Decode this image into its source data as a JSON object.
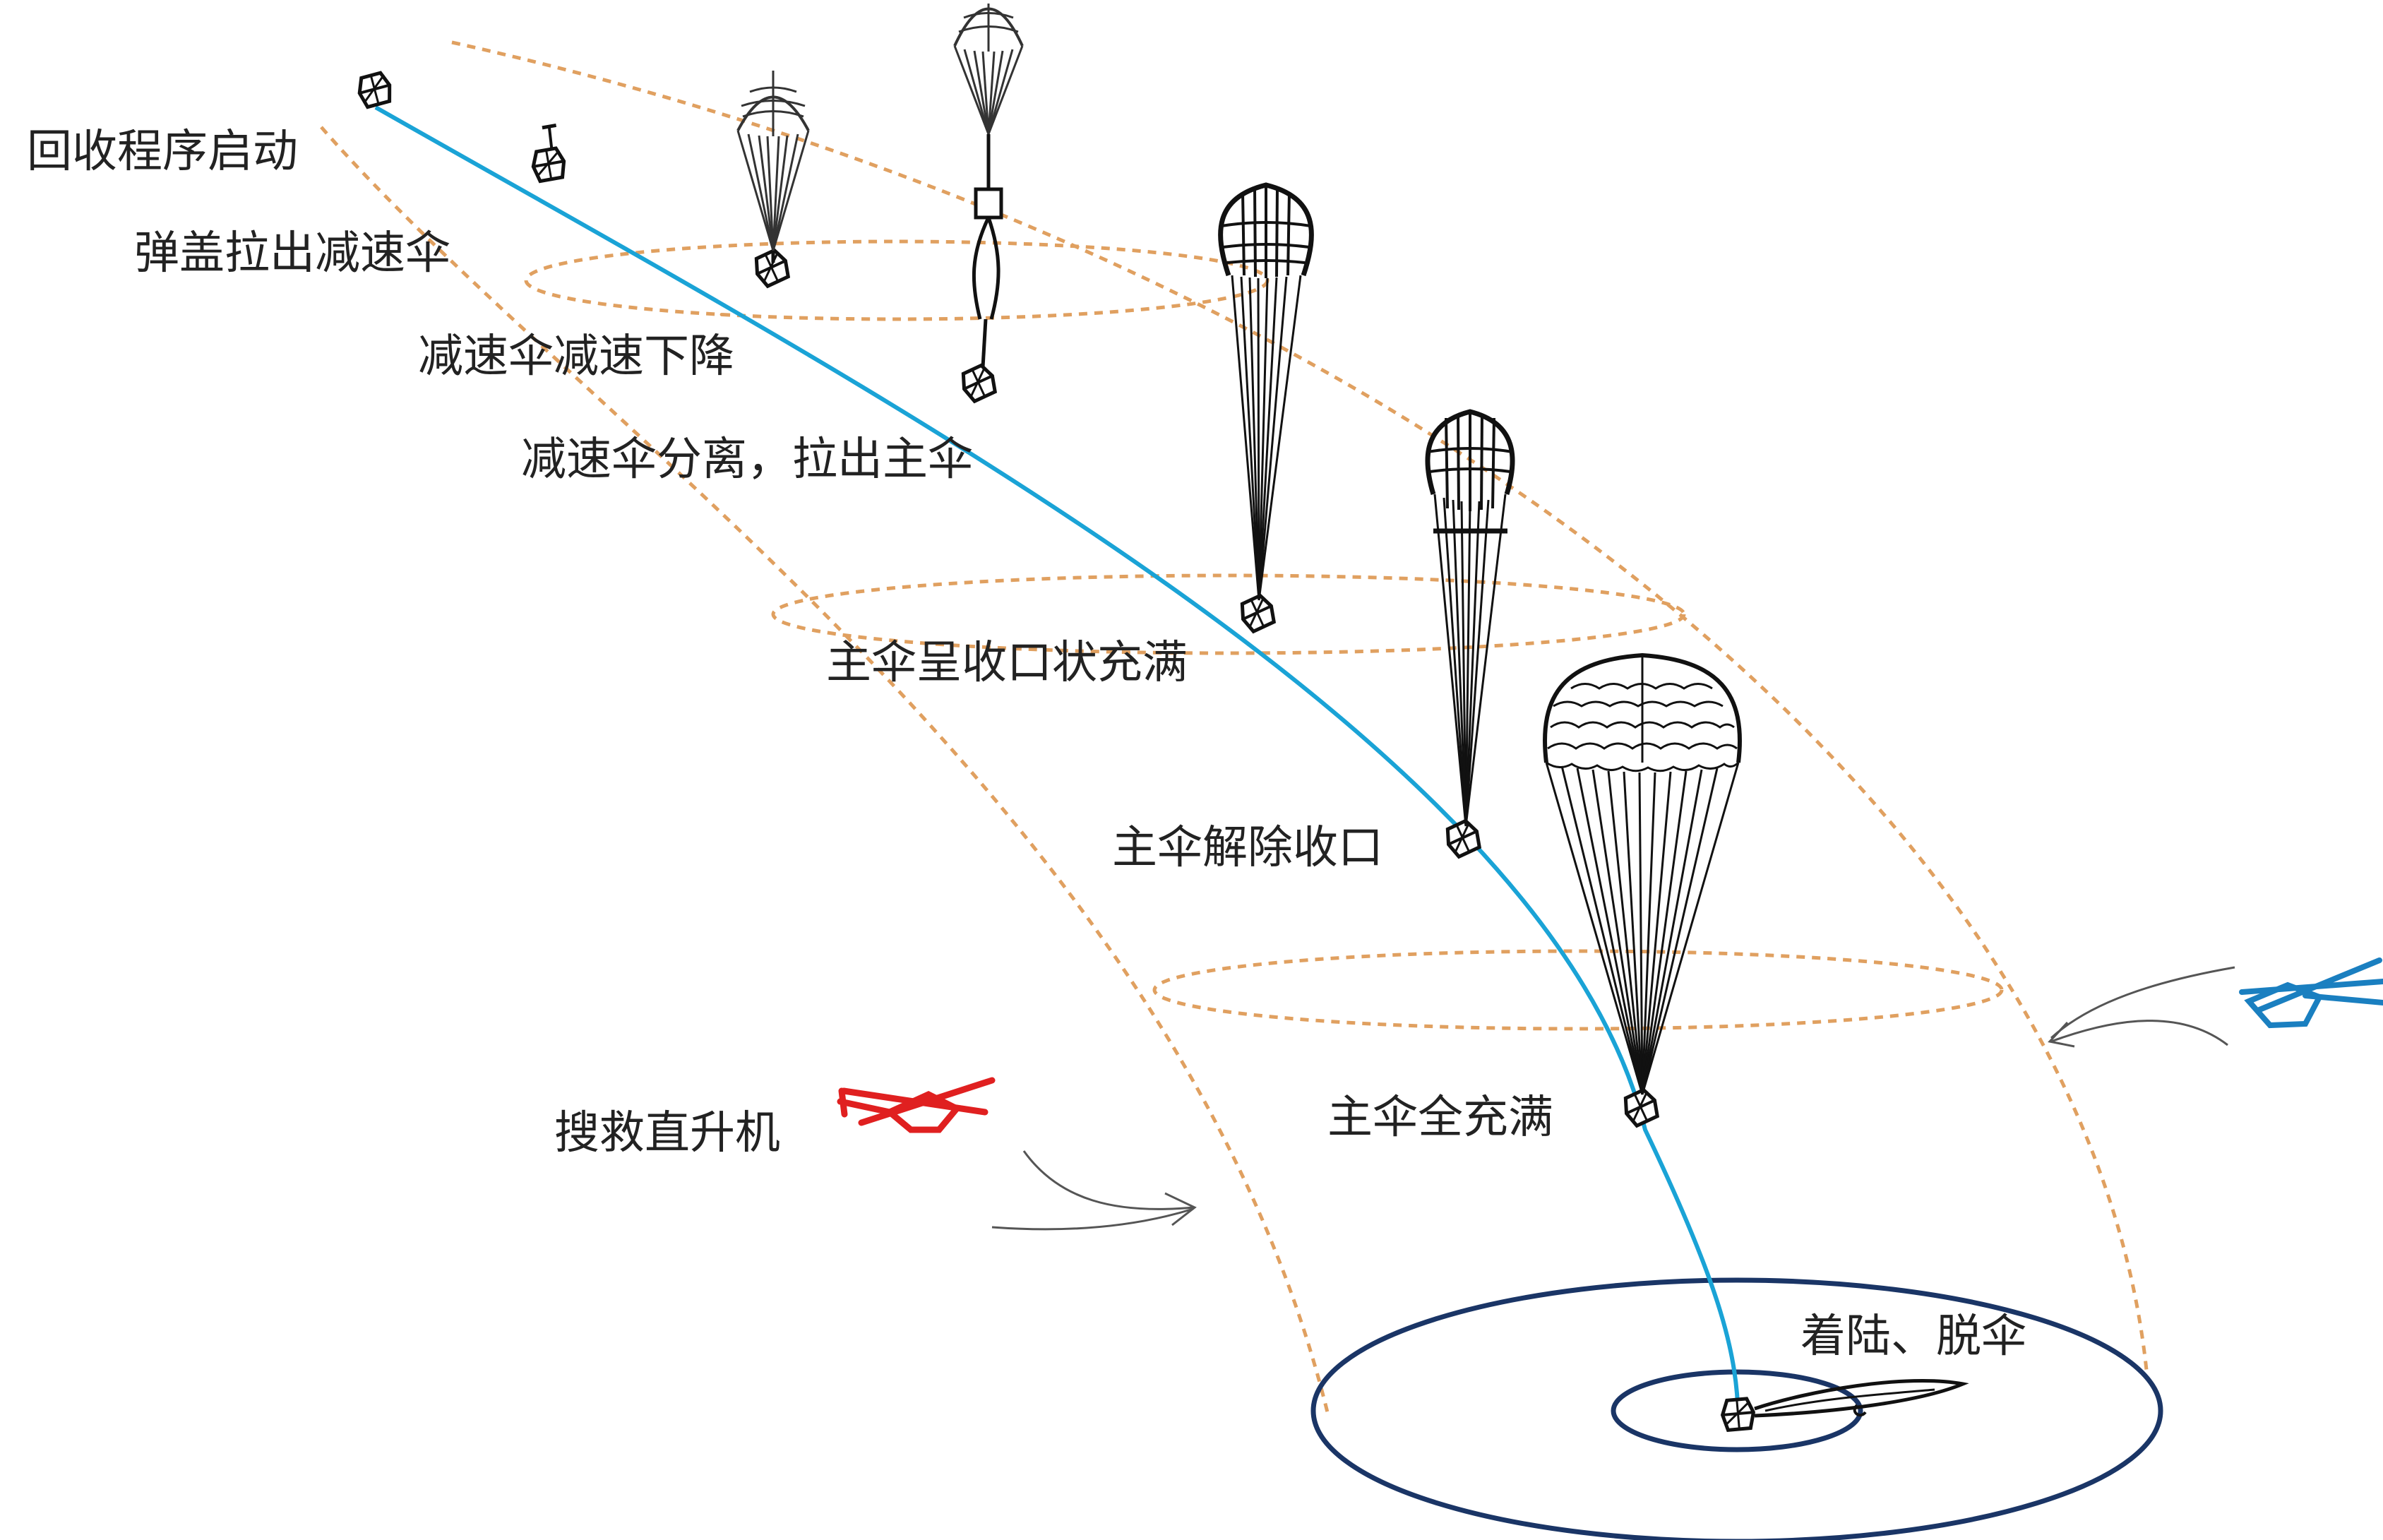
{
  "labels": {
    "stage1": "回收程序启动",
    "stage2": "弹盖拉出减速伞",
    "stage3": "减速伞减速下降",
    "stage4": "减速伞分离，拉出主伞",
    "stage5": "主伞呈收口状充满",
    "stage6": "主伞解除收口",
    "stage7": "主伞全充满",
    "stage8": "着陆、脱伞",
    "helicopter": "搜救直升机"
  },
  "colors": {
    "trajectory": "#1aa3d6",
    "envelope": "#e0a060",
    "landing_zone": "#1a3566",
    "rescue_helicopter": "#e02020",
    "second_helicopter": "#1a7fc0",
    "ink": "#111111"
  },
  "icons": {
    "capsule": "capsule-icon",
    "drogue": "drogue-parachute-icon",
    "main": "main-parachute-icon",
    "helicopter": "helicopter-icon"
  }
}
